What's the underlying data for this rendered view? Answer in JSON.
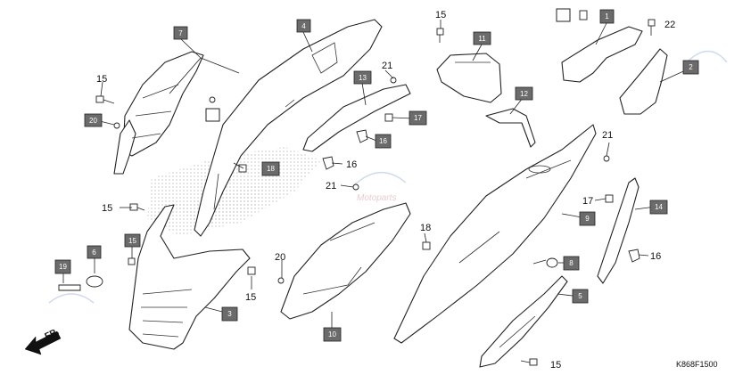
{
  "diagram": {
    "code": "K868F1500",
    "direction_label": "FR.",
    "callouts": {
      "c1": "1",
      "c2": "2",
      "c3": "3",
      "c4": "4",
      "c5": "5",
      "c6": "6",
      "c7": "7",
      "c8": "8",
      "c9": "9",
      "c10": "10",
      "c11": "11",
      "c12": "12",
      "c13": "13",
      "c14": "14",
      "c15": "15",
      "c16": "16",
      "c17": "17",
      "c18": "18",
      "c19": "19",
      "c20": "20"
    },
    "labels": {
      "l15a": "15",
      "l15b": "15",
      "l15c": "15",
      "l15d": "15",
      "l15e": "15",
      "l16a": "16",
      "l16b": "16",
      "l17": "17",
      "l18": "18",
      "l20": "20",
      "l21a": "21",
      "l21b": "21",
      "l21c": "21",
      "l22": "22"
    }
  }
}
